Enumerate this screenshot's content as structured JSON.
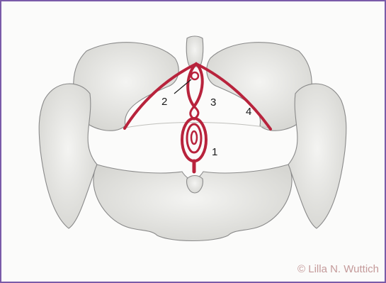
{
  "diagram": {
    "labels": [
      {
        "id": "1",
        "text": "1"
      },
      {
        "id": "2",
        "text": "2"
      },
      {
        "id": "3",
        "text": "3"
      },
      {
        "id": "4",
        "text": "4"
      }
    ],
    "copyright": "© Lilla N. Wuttich",
    "colors": {
      "frame": "#7a5ba8",
      "muscle": "#b8233c",
      "bone_outline": "#8a8a8a",
      "bone_shade": "#d9d9d6",
      "copyright": "#c49a9a"
    }
  }
}
